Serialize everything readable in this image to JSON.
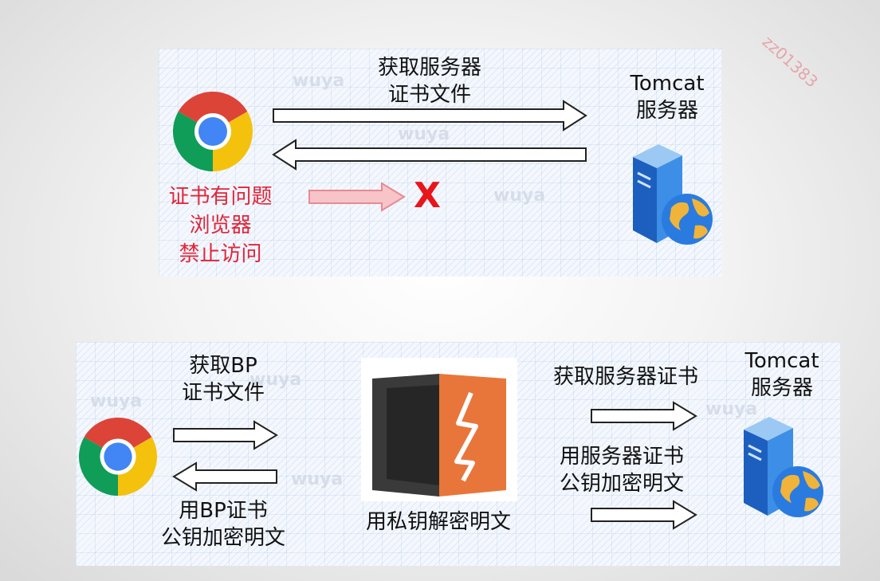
{
  "corner_watermark": "zz01383",
  "watermark_text": "wuya",
  "top": {
    "request_line1": "获取服务器",
    "request_line2": "证书文件",
    "server_line1": "Tomcat",
    "server_line2": "服务器",
    "warning_line1": "证书有问题",
    "warning_line2": "浏览器",
    "warning_line3": "禁止访问",
    "blocked_mark": "X"
  },
  "bottom": {
    "left_top_line1": "获取BP",
    "left_top_line2": "证书文件",
    "left_bottom_line1": "用BP证书",
    "left_bottom_line2": "公钥加密明文",
    "proxy_label": "用私钥解密明文",
    "right_top": "获取服务器证书",
    "right_mid_line1": "用服务器证书",
    "right_mid_line2": "公钥加密明文",
    "server_line1": "Tomcat",
    "server_line2": "服务器"
  },
  "colors": {
    "chrome_red": "#db4437",
    "chrome_yellow": "#f4c20d",
    "chrome_green": "#0f9d58",
    "chrome_blue": "#4285f4",
    "warning_red": "#e0263a",
    "burp_orange": "#e8763b",
    "burp_dark": "#3a3a3a",
    "server_blue": "#2f7fd8"
  },
  "icons": [
    "chrome-icon",
    "server-icon",
    "globe-icon",
    "burp-suite-icon",
    "arrow-right-icon",
    "arrow-left-icon"
  ]
}
